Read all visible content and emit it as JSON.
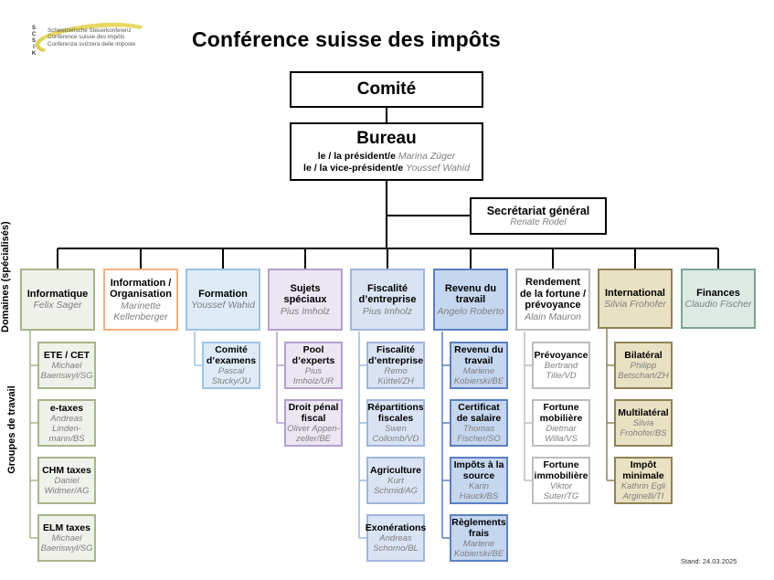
{
  "logo": {
    "letters": [
      "S",
      "C",
      "S",
      "I",
      "K"
    ],
    "lines": [
      "Schweizerische Steuerkonferenz",
      "Conférence suisse des impôts",
      "Conferenza svizzera delle imposte"
    ]
  },
  "title": "Conférence suisse des impôts",
  "comite": "Comité",
  "bureau": {
    "title": "Bureau",
    "president_label": "le / la président/e",
    "president_name": "Marina Züger",
    "vice_label": "le / la vice-président/e",
    "vice_name": "Youssef Wahid"
  },
  "secretariat": {
    "title": "Secrétariat général",
    "name": "Renate Rodel"
  },
  "side_labels": {
    "domaines": "Domaines (spécialisés)",
    "groupes": "Groupes de travail"
  },
  "domains": [
    {
      "title": "Informatique",
      "person": "Felix Sager",
      "color": "#a7b58a",
      "groups": [
        {
          "title": "ETE / CET",
          "person": "Michael Baeriswyl/SG"
        },
        {
          "title": "e-taxes",
          "person": "Andreas Linden-mann/BS"
        },
        {
          "title": "CHM taxes",
          "person": "Daniel Widmer/AG"
        },
        {
          "title": "ELM taxes",
          "person": "Michael Baeriswyl/SG"
        }
      ]
    },
    {
      "title": "Information / Organisation",
      "person": "Marinette Kellenberger",
      "color": "#f4b183",
      "groups": []
    },
    {
      "title": "Formation",
      "person": "Youssef Wahid",
      "color": "#9dc3e6",
      "groups": [
        {
          "title": "Comité d’examens",
          "person": "Pascal Stucky/JU"
        }
      ]
    },
    {
      "title": "Sujets spéciaux",
      "person": "Pius Imholz",
      "color": "#b4a0cc",
      "groups": [
        {
          "title": "Pool d’experts",
          "person": "Pius Imholz/UR"
        },
        {
          "title": "Droit pénal fiscal",
          "person": "Oliver Appen-zeller/BE"
        }
      ]
    },
    {
      "title": "Fiscalité d’entreprise",
      "person": "Pius Imholz",
      "color": "#9fb5dd",
      "groups": [
        {
          "title": "Fiscalité d’entreprise",
          "person": "Remo Küttel/ZH"
        },
        {
          "title": "Répartitions fiscales",
          "person": "Swen Collomb/VD"
        },
        {
          "title": "Agriculture",
          "person": "Kurt Schmid/AG"
        },
        {
          "title": "Exonérations",
          "person": "Andreas Schorno/BL"
        }
      ]
    },
    {
      "title": "Revenu du travail",
      "person": "Angelo Roberto",
      "color": "#5b7fc0",
      "groups": [
        {
          "title": "Revenu du travail",
          "person": "Marlene Kobierski/BE"
        },
        {
          "title": "Certificat de salaire",
          "person": "Thomas Fischer/SO"
        },
        {
          "title": "Impôts à la source",
          "person": "Karin Hauck/BS"
        },
        {
          "title": "Règlements frais",
          "person": "Marlene Kobierski/BE"
        }
      ]
    },
    {
      "title": "Rendement de la fortune / prévoyance",
      "person": "Alain Mauron",
      "color": "#bdbdbd",
      "groups": [
        {
          "title": "Prévoyance",
          "person": "Bertrand Tille/VD"
        },
        {
          "title": "Fortune mobilière",
          "person": "Dietmar Willa/VS"
        },
        {
          "title": "Fortune immobilière",
          "person": "Viktor Suter/TG"
        }
      ]
    },
    {
      "title": "International",
      "person": "Silvia Frohofer",
      "color": "#8f8357",
      "groups": [
        {
          "title": "Bilatéral",
          "person": "Philipp Betschart/ZH"
        },
        {
          "title": "Multilatéral",
          "person": "Silvia Frohofer/BS"
        },
        {
          "title": "Impôt minimale",
          "person": "Kathrin Egli Arginelli/TI"
        }
      ]
    },
    {
      "title": "Finances",
      "person": "Claudio Fischer",
      "color": "#7aa691",
      "groups": []
    }
  ],
  "stand": "Stand: 24.03.2025"
}
